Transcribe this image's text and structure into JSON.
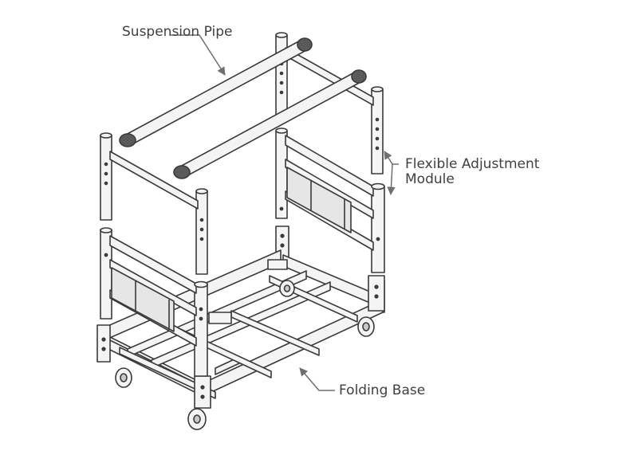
{
  "labels": {
    "suspension_pipe": "Suspension Pipe",
    "flexible_line1": "Flexible Adjustment",
    "flexible_line2": "Module",
    "folding_base": "Folding Base"
  },
  "colors": {
    "line": "#3a3a3a",
    "fill": "#f4f4f4",
    "panel": "#e6e6e6",
    "leader": "#6f6f6f",
    "text": "#404040"
  }
}
